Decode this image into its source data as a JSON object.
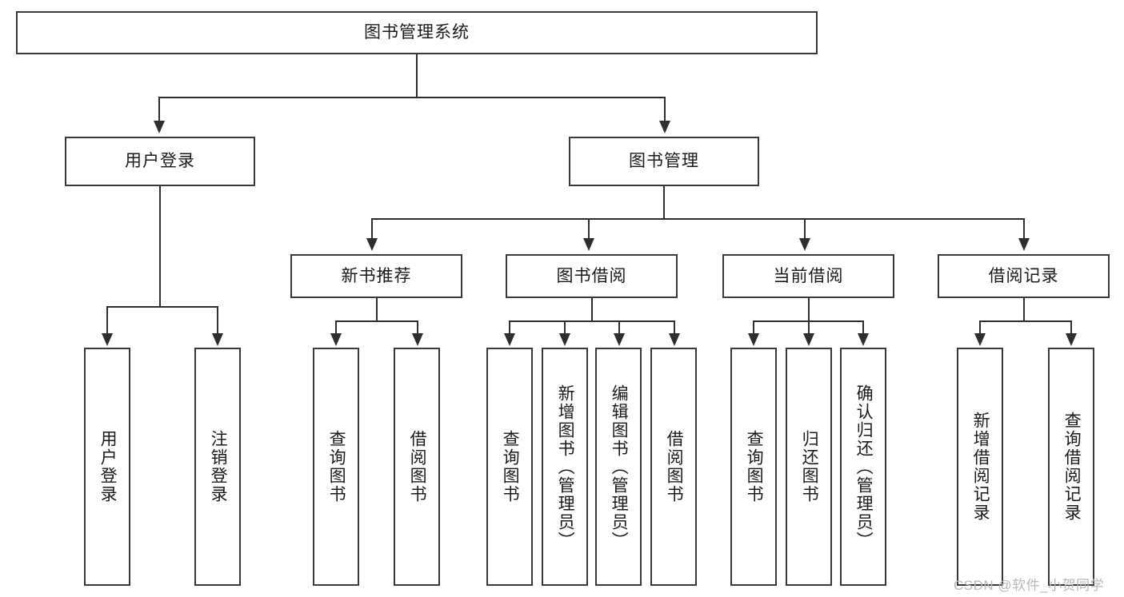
{
  "diagram": {
    "type": "tree-hierarchy",
    "title": "图书管理系统",
    "watermark": "CSDN @软件_小贺同学",
    "colors": {
      "box_border": "#3a3a3a",
      "connector": "#2e2e2e",
      "background": "#ffffff",
      "text": "#1a1a1a",
      "watermark": "#b9b9b9"
    },
    "levels": {
      "root": {
        "label": "图书管理系统"
      },
      "level2": [
        {
          "label": "用户登录"
        },
        {
          "label": "图书管理"
        }
      ],
      "level3": [
        {
          "label": "新书推荐"
        },
        {
          "label": "图书借阅"
        },
        {
          "label": "当前借阅"
        },
        {
          "label": "借阅记录"
        }
      ],
      "leaves": [
        {
          "label": "用户登录",
          "parent": "用户登录"
        },
        {
          "label": "注销登录",
          "parent": "用户登录"
        },
        {
          "label": "查询图书",
          "parent": "新书推荐"
        },
        {
          "label": "借阅图书",
          "parent": "新书推荐"
        },
        {
          "label": "查询图书",
          "parent": "图书借阅"
        },
        {
          "label": "新增图书（管理员）",
          "parent": "图书借阅"
        },
        {
          "label": "编辑图书（管理员）",
          "parent": "图书借阅"
        },
        {
          "label": "借阅图书",
          "parent": "图书借阅"
        },
        {
          "label": "查询图书",
          "parent": "当前借阅"
        },
        {
          "label": "归还图书",
          "parent": "当前借阅"
        },
        {
          "label": "确认归还（管理员）",
          "parent": "当前借阅"
        },
        {
          "label": "新增借阅记录",
          "parent": "借阅记录"
        },
        {
          "label": "查询借阅记录",
          "parent": "借阅记录"
        }
      ]
    }
  }
}
